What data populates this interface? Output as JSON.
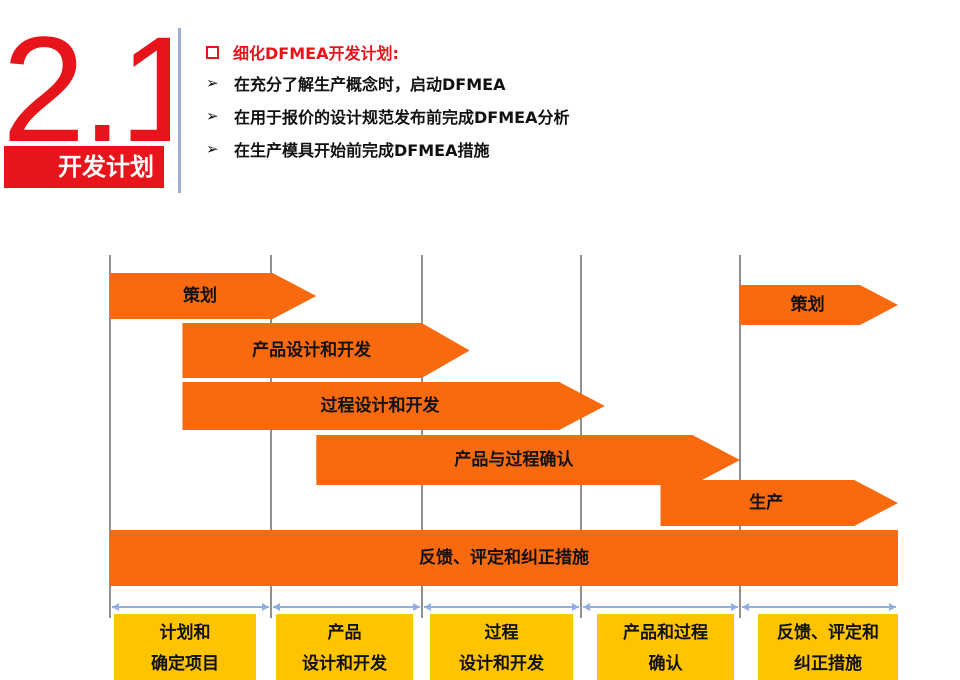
{
  "heading": {
    "section_number": "2.1",
    "section_title": "开发计划"
  },
  "intro": {
    "title": "细化DFMEA开发计划:",
    "bullets": [
      "在充分了解生产概念时，启动DFMEA",
      "在用于报价的设计规范发布前完成DFMEA分析",
      "在生产模具开始前完成DFMEA措施"
    ]
  },
  "timeline": {
    "bars": [
      {
        "label": "策划",
        "start": 0,
        "end": 1.3
      },
      {
        "label": "策划",
        "start": 4,
        "end": 5
      },
      {
        "label": "产品设计和开发",
        "start": 0.45,
        "end": 2.3
      },
      {
        "label": "过程设计和开发",
        "start": 0.45,
        "end": 3.15
      },
      {
        "label": "产品与过程确认",
        "start": 1.3,
        "end": 4
      },
      {
        "label": "生产",
        "start": 3.5,
        "end": 5
      },
      {
        "label": "反馈、评定和纠正措施",
        "start": 0,
        "end": 5
      }
    ],
    "phases": [
      [
        "计划和",
        "确定项目"
      ],
      [
        "产品",
        "设计和开发"
      ],
      [
        "过程",
        "设计和开发"
      ],
      [
        "产品和过程",
        "确认"
      ],
      [
        "反馈、评定和",
        "纠正措施"
      ]
    ]
  },
  "colors": {
    "accent_red": "#e8141b",
    "bar_orange": "#f96a0e",
    "phase_yellow": "#ffc400",
    "scale_blue": "#8fb0de"
  }
}
